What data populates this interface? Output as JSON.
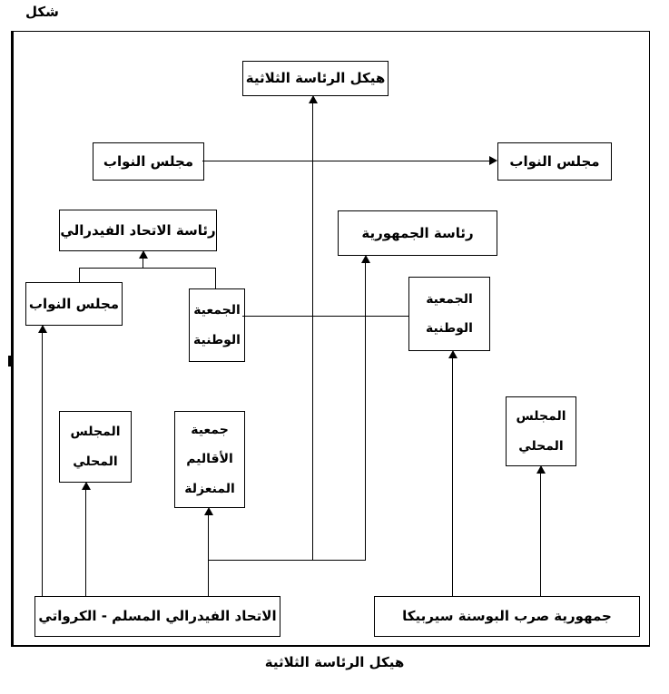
{
  "figure_label": "شكل",
  "caption": "هيكل الرئاسة الثلاثية",
  "boxes": {
    "presidency_structure": {
      "label": "هيكل الرئاسة الثلاثية"
    },
    "council_reps_left": {
      "label": "مجلس النواب"
    },
    "council_reps_right": {
      "label": "مجلس النواب"
    },
    "federal_union_presidency": {
      "label": "رئاسة الاتحاد الفيدرالي"
    },
    "republic_presidency": {
      "label": "رئاسة الجمهورية"
    },
    "council_reps_small": {
      "label": "مجلس النواب"
    },
    "national_assembly_left": {
      "label": "الجمعية\nالوطنية"
    },
    "national_assembly_right": {
      "label": "الجمعية\nالوطنية"
    },
    "local_council_left": {
      "label": "المجلس\nالمحلي"
    },
    "isolated_regions_assembly": {
      "label": "جمعية\nالأقاليم\nالمنعزلة"
    },
    "local_council_right": {
      "label": "المجلس\nالمحلي"
    },
    "muslim_croat_federation": {
      "label": "الاتحاد الفيدرالي المسلم - الكرواتي"
    },
    "serb_republic": {
      "label": "جمهورية صرب البوسنة سيربيكا"
    }
  },
  "connections": [
    {
      "from": "council_reps_left",
      "to": "council_reps_right",
      "arrow": true
    },
    {
      "from": "muslim_croat_federation",
      "to": "presidency_structure",
      "arrow": true
    },
    {
      "from": "muslim_croat_federation",
      "to": "republic_presidency",
      "arrow": true
    },
    {
      "from": "muslim_croat_federation",
      "to": "council_reps_small",
      "arrow": true
    },
    {
      "from": "muslim_croat_federation",
      "to": "local_council_left",
      "arrow": true
    },
    {
      "from": "muslim_croat_federation",
      "to": "isolated_regions_assembly",
      "arrow": true
    },
    {
      "from": "serb_republic",
      "to": "national_assembly_right",
      "arrow": true
    },
    {
      "from": "serb_republic",
      "to": "local_council_right",
      "arrow": true
    },
    {
      "from": "council_reps_small",
      "to": "federal_union_presidency",
      "arrow": true
    },
    {
      "from": "national_assembly_left",
      "to": "federal_union_presidency",
      "arrow": true
    },
    {
      "from": "national_assembly_left",
      "to": "national_assembly_right",
      "arrow": false
    }
  ],
  "colors": {
    "line": "#000000",
    "background": "#ffffff"
  }
}
